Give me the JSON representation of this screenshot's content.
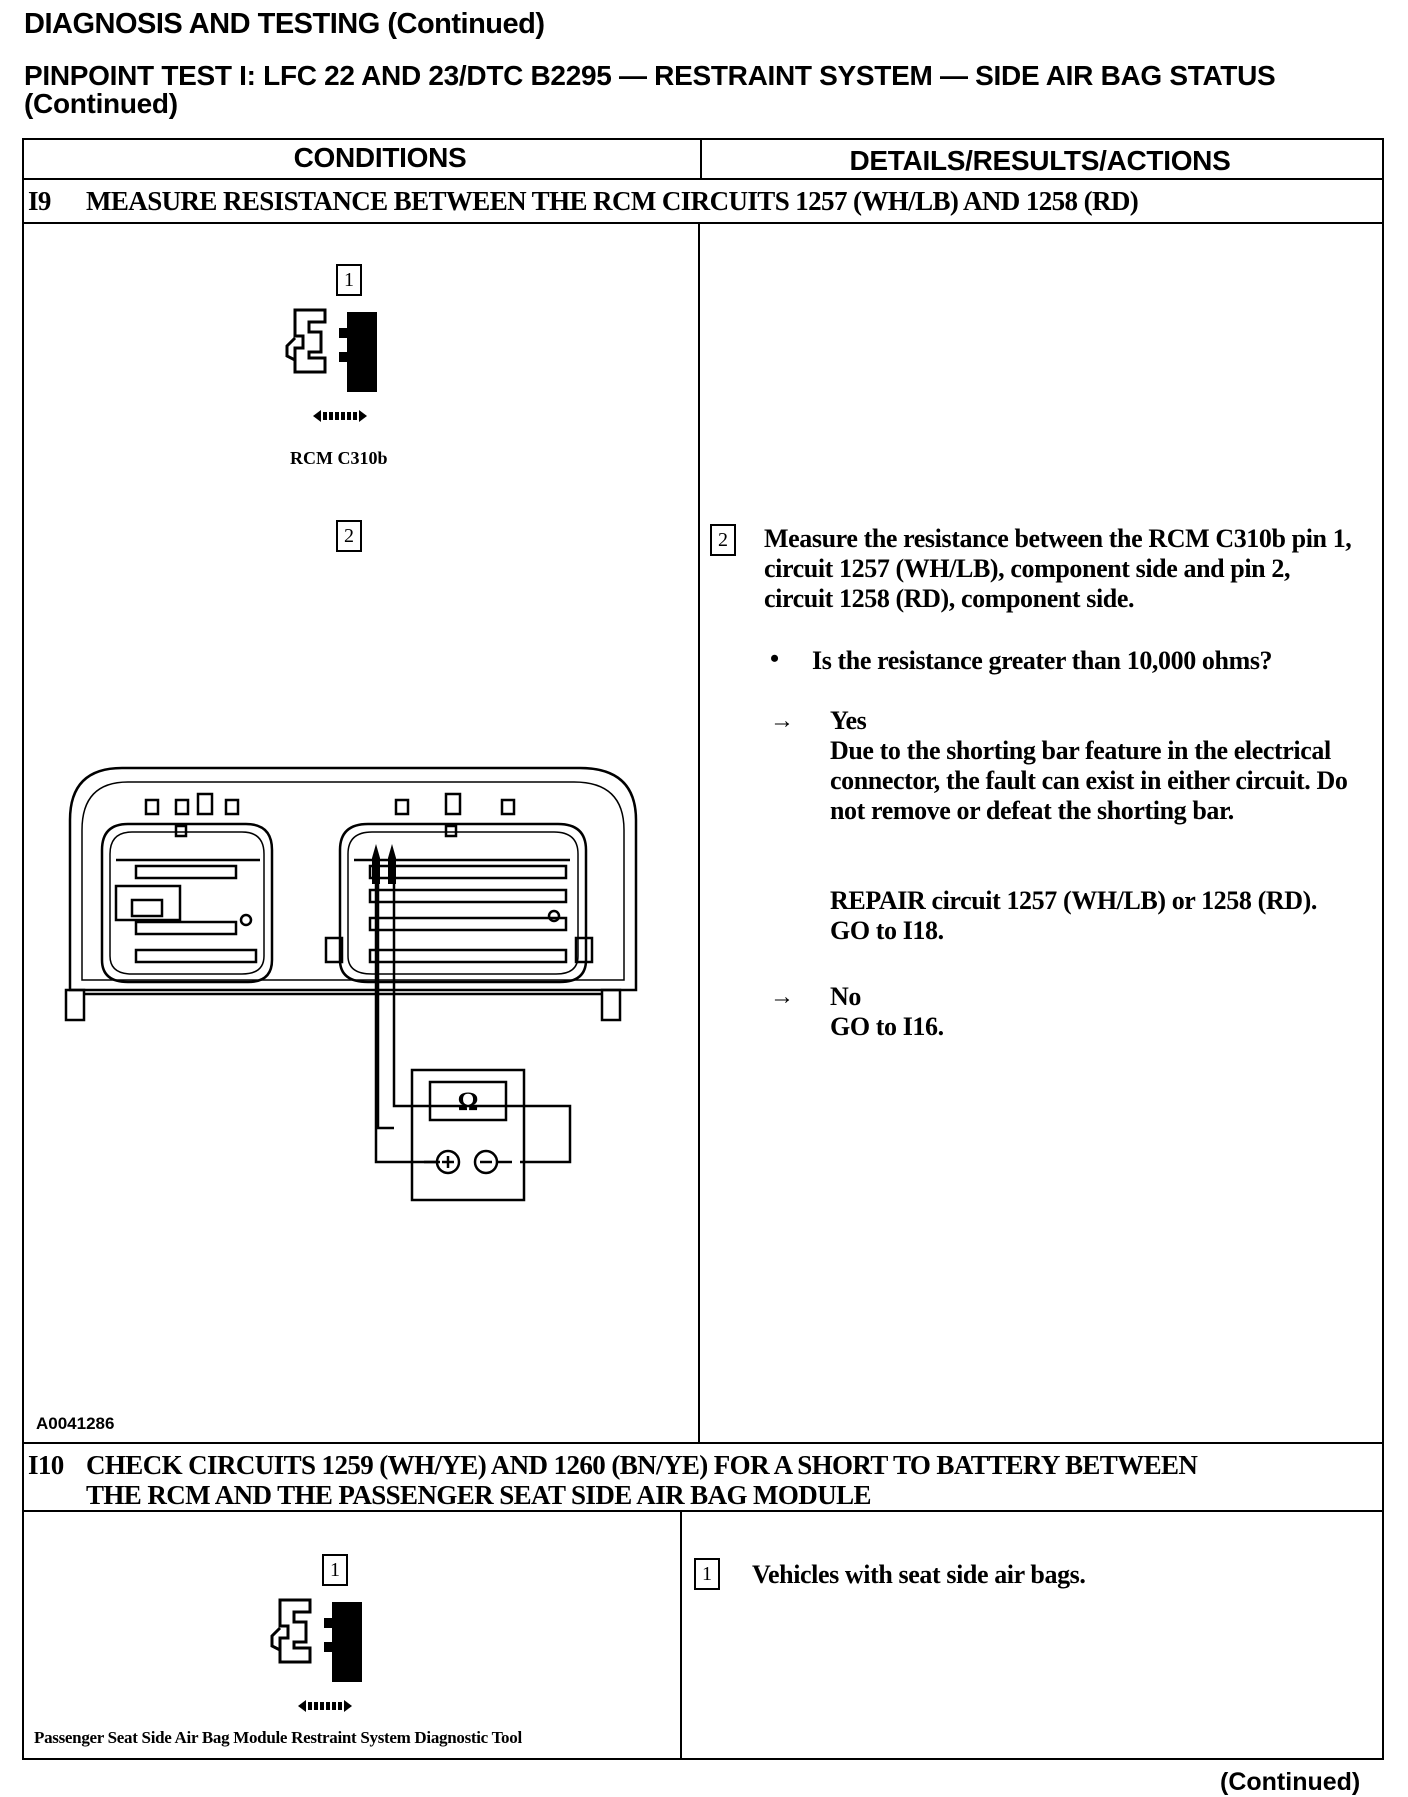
{
  "page_header": "DIAGNOSIS AND TESTING (Continued)",
  "test_title": "PINPOINT TEST I: LFC 22 AND 23/DTC B2295 — RESTRAINT SYSTEM — SIDE AIR BAG STATUS (Continued)",
  "table": {
    "col_conditions": "CONDITIONS",
    "col_actions": "DETAILS/RESULTS/ACTIONS"
  },
  "step_i9": {
    "number": "I9",
    "title": "MEASURE RESISTANCE BETWEEN THE RCM CIRCUITS 1257 (WH/LB) AND 1258 (RD)",
    "cond1_num": "1",
    "cond1_caption": "RCM C310b",
    "cond2_num": "2",
    "meter_symbol": "Ω",
    "figure_id": "A0041286",
    "action_num": "2",
    "action_text": "Measure the resistance between the RCM C310b pin 1, circuit 1257 (WH/LB), component side and pin 2, circuit 1258 (RD), component side.",
    "question": "Is the resistance greater than 10,000 ohms?",
    "yes_label": "Yes",
    "yes_text": "Due to the shorting bar feature in the electrical connector, the fault can exist in either circuit. Do not remove or defeat the shorting bar.",
    "yes_repair": "REPAIR circuit 1257 (WH/LB) or 1258 (RD). GO to I18.",
    "no_label": "No",
    "no_text": "GO to I16."
  },
  "step_i10": {
    "number": "I10",
    "title_line1": "CHECK CIRCUITS 1259 (WH/YE) AND 1260 (BN/YE) FOR A SHORT TO BATTERY BETWEEN",
    "title_line2": "THE RCM AND THE PASSENGER SEAT SIDE AIR BAG MODULE",
    "cond1_num": "1",
    "cond1_caption": "Passenger Seat Side Air Bag Module Restraint System Diagnostic Tool",
    "action_num": "1",
    "action_text": "Vehicles with seat side air bags."
  },
  "footer": "(Continued)"
}
